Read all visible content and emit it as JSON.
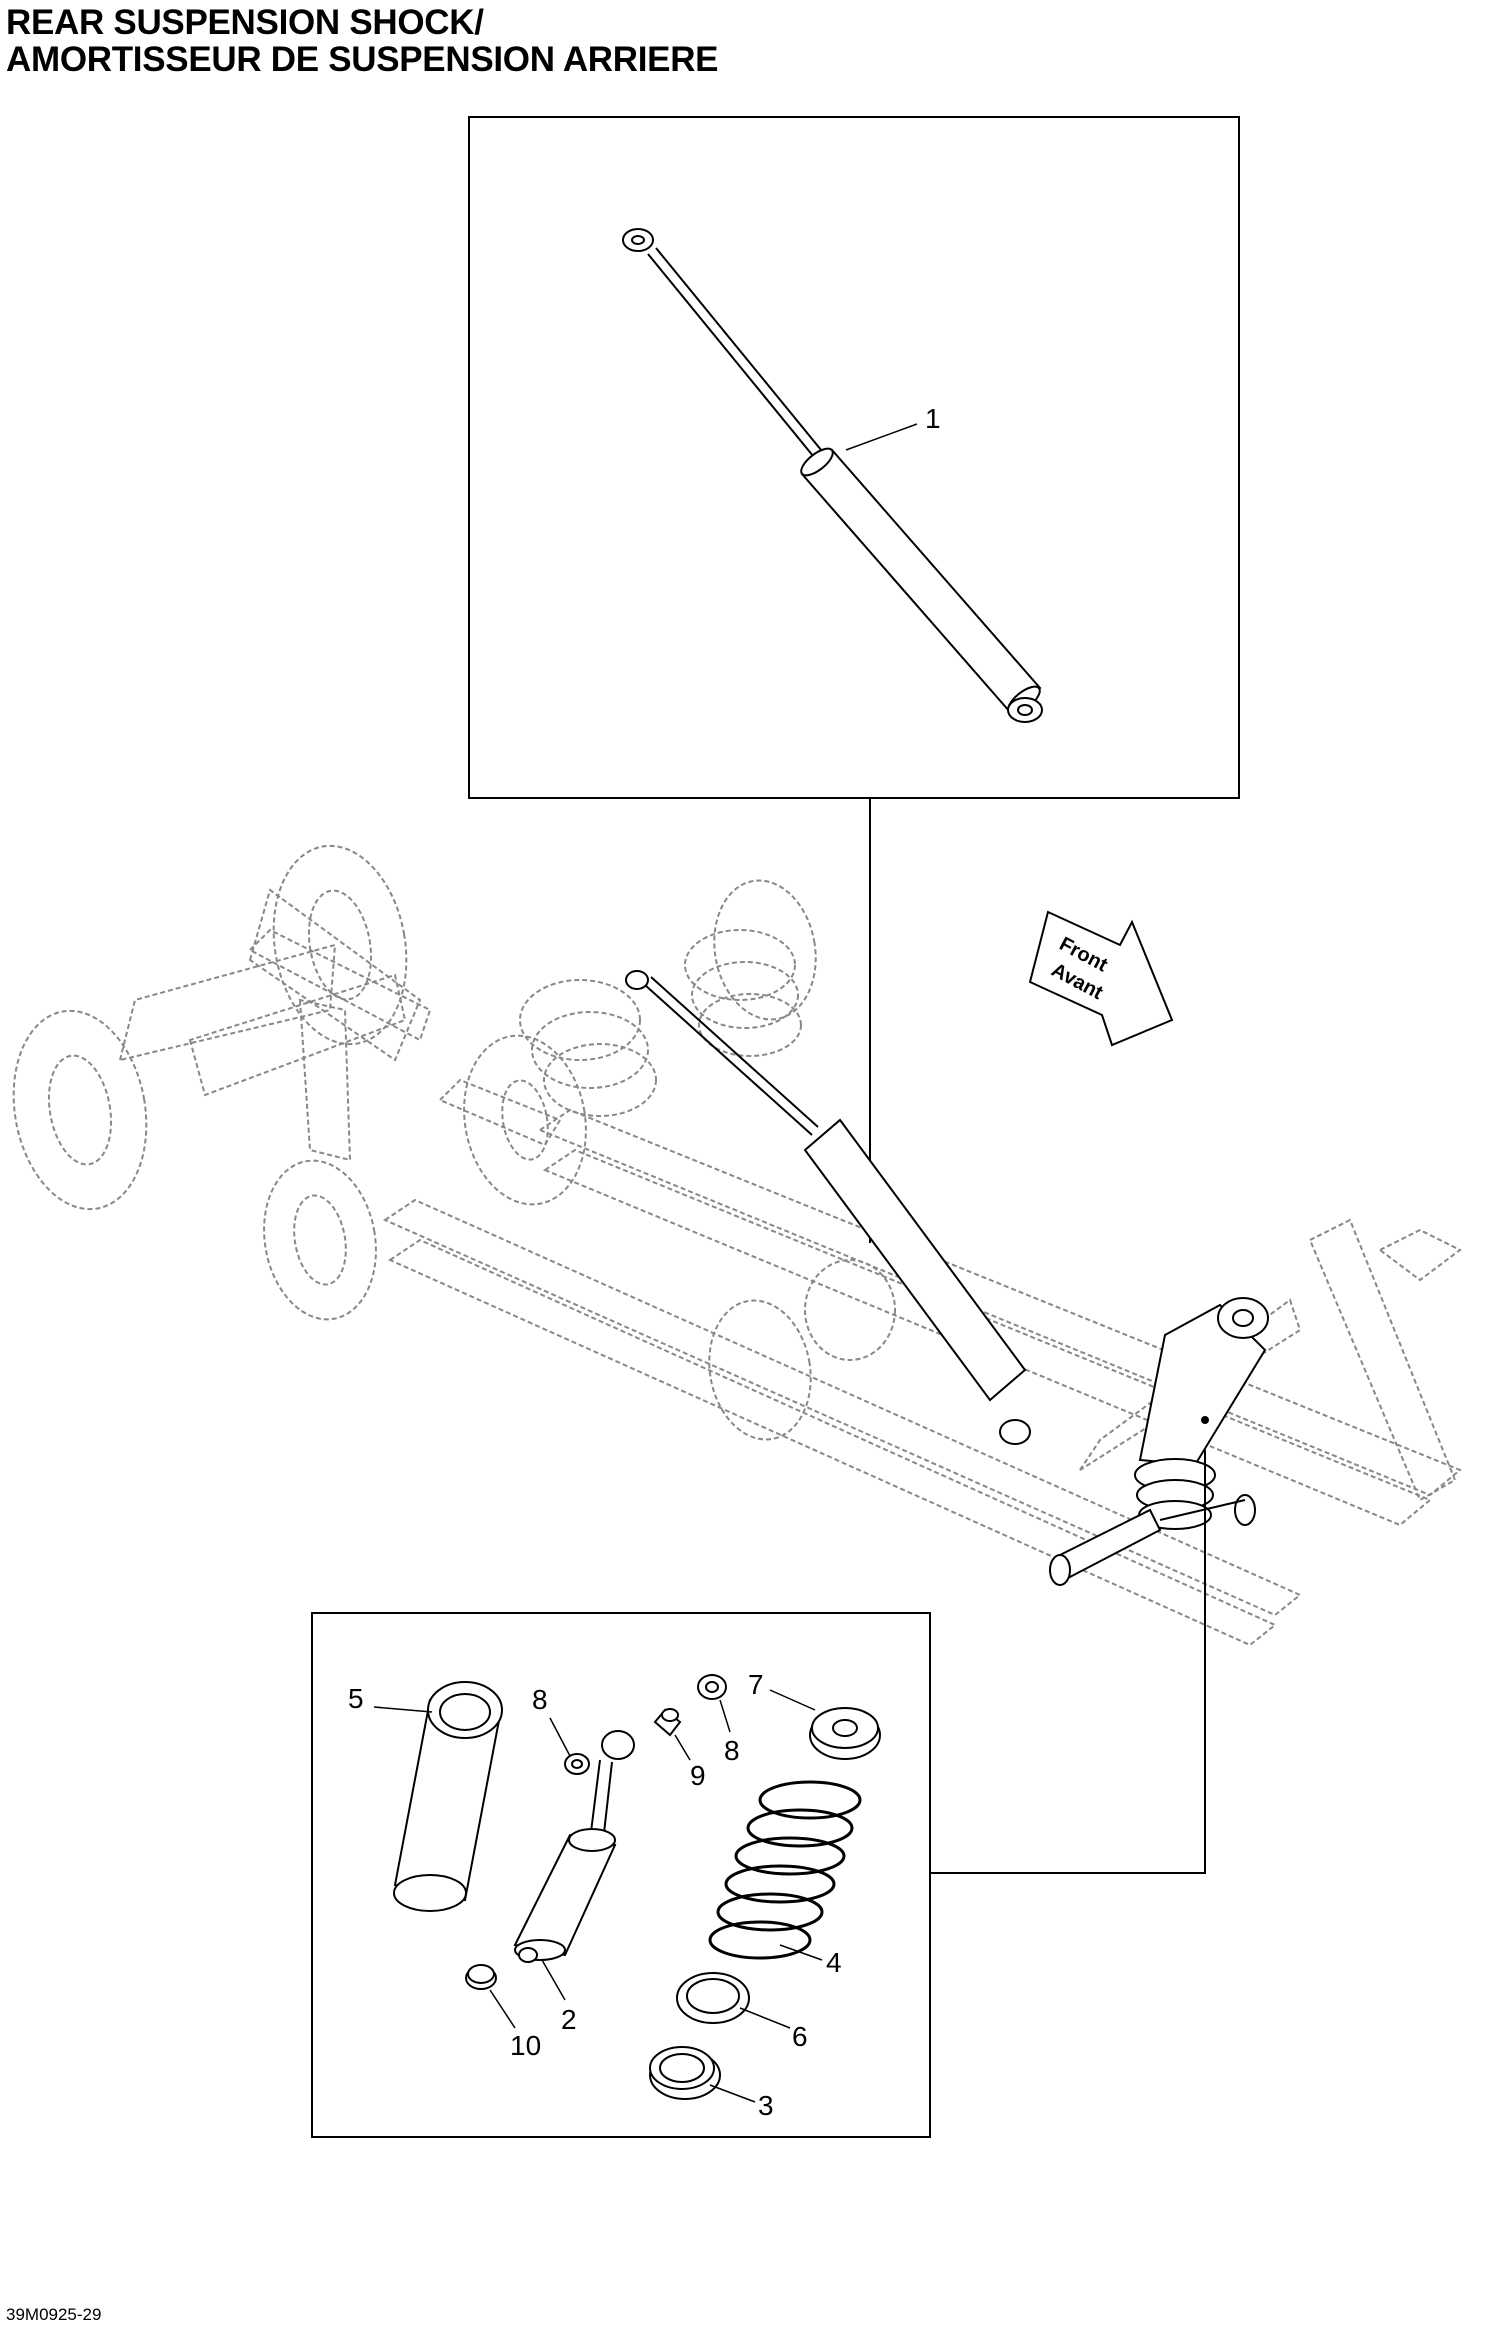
{
  "title": {
    "line1": "REAR SUSPENSION SHOCK/",
    "line2": "AMORTISSEUR DE SUSPENSION ARRIERE"
  },
  "direction_arrow": {
    "line1": "Front",
    "line2": "Avant"
  },
  "callouts": {
    "shock_absorber": "1",
    "shock_body": "2",
    "spring_nut": "3",
    "spring": "4",
    "protector": "5",
    "washer": "6",
    "spring_stopper": "7",
    "bushing_upper_left": "8",
    "bushing_upper_right": "8",
    "sleeve": "9",
    "lower_bushing": "10"
  },
  "document_reference": "39M0925-29"
}
